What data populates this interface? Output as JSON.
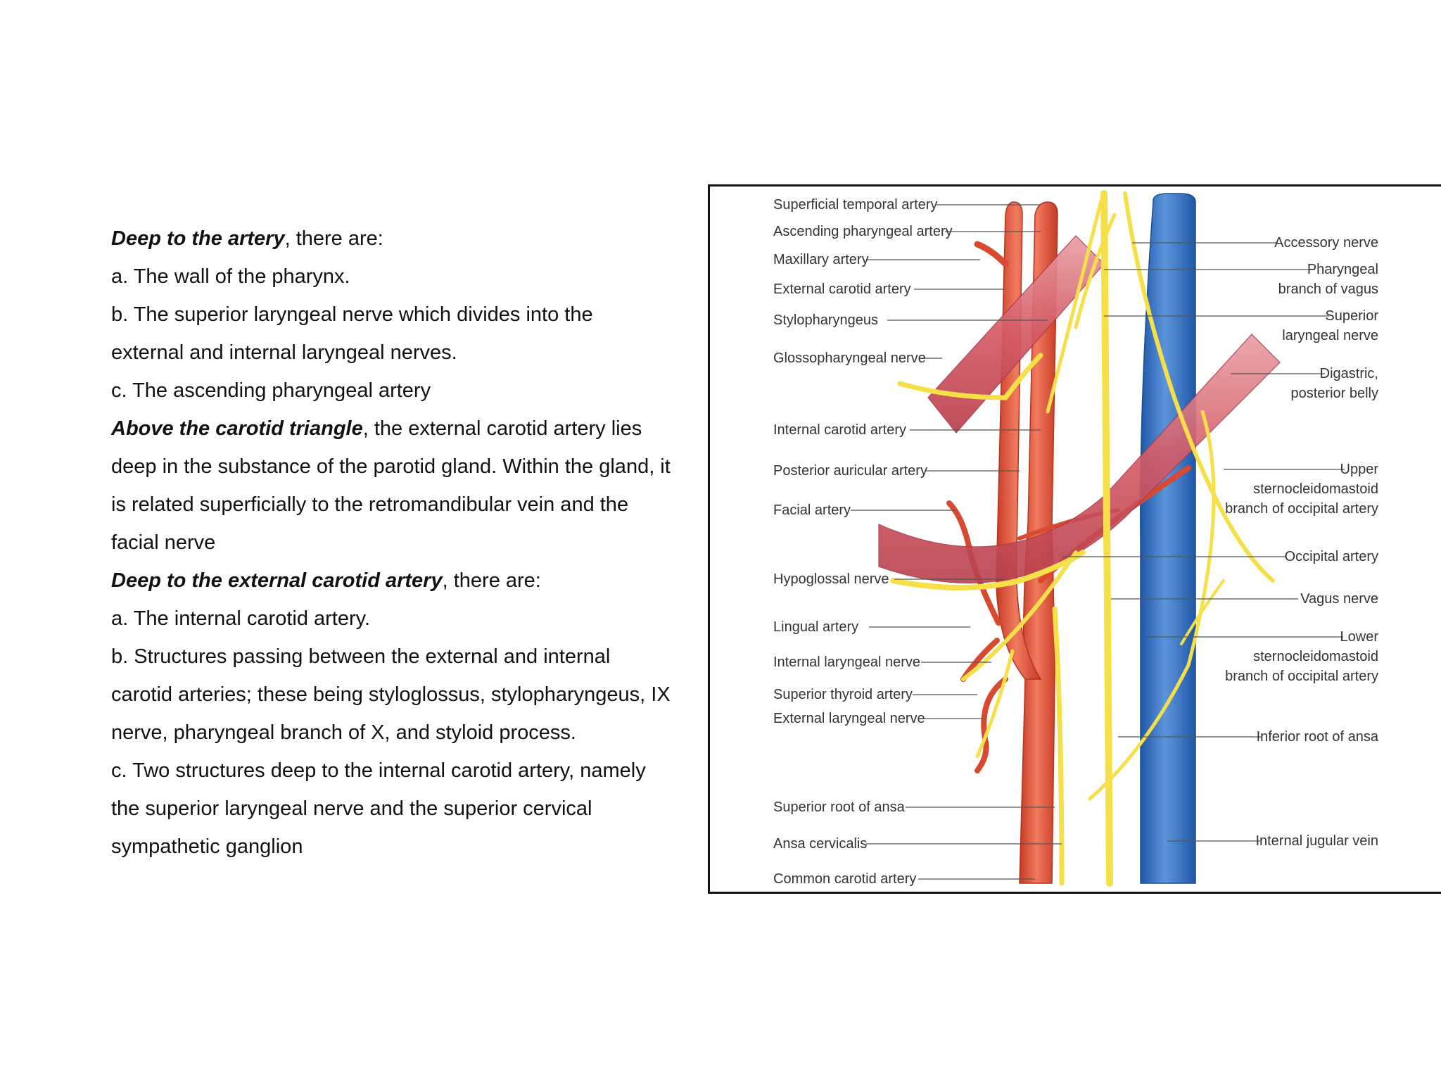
{
  "text": {
    "p1_bold": "Deep to the artery",
    "p1_rest": ", there are:",
    "p1_a": "a. The wall of the pharynx.",
    "p1_b1": "b. The superior laryngeal nerve which divides into the",
    "p1_b2": "external and internal laryngeal nerves.",
    "p1_c": "c. The ascending pharyngeal artery",
    "p2_bold": "Above the carotid triangle",
    "p2_rest": ", the external carotid artery lies",
    "p2_l2": "deep in the substance of the parotid gland. Within the gland, it",
    "p2_l3": "is related superficially to the retromandibular vein and the",
    "p2_l4": "facial nerve",
    "p3_bold": "Deep to the external carotid artery",
    "p3_rest": ", there are:",
    "p3_a": "a. The internal carotid artery.",
    "p3_b1": "b. Structures passing between the external and internal",
    "p3_b2": "carotid arteries; these being styloglossus, stylopharyngeus, IX",
    "p3_b3": "nerve, pharyngeal branch of X, and styloid process.",
    "p3_c1": "c. Two structures deep to the internal carotid artery, namely",
    "p3_c2": "the superior laryngeal nerve and the superior cervical",
    "p3_c3": "sympathetic ganglion"
  },
  "figure": {
    "left_labels": [
      "Superficial temporal artery",
      "Ascending pharyngeal artery",
      "Maxillary artery",
      "External carotid artery",
      "Stylopharyngeus",
      "Glossopharyngeal nerve",
      "Internal carotid artery",
      "Posterior auricular artery",
      "Facial artery",
      "Hypoglossal nerve",
      "Lingual artery",
      "Internal laryngeal nerve",
      "Superior thyroid artery",
      "External laryngeal nerve",
      "Superior root of ansa",
      "Ansa cervicalis",
      "Common carotid artery"
    ],
    "right_labels": {
      "accessory": "Accessory nerve",
      "pharyngeal_1": "Pharyngeal",
      "pharyngeal_2": "branch of vagus",
      "superior_1": "Superior",
      "superior_2": "laryngeal nerve",
      "digastric_1": "Digastric,",
      "digastric_2": "posterior belly",
      "upper_1": "Upper",
      "upper_2": "sternocleidomastoid",
      "upper_3": "branch of occipital artery",
      "occipital": "Occipital artery",
      "vagus": "Vagus nerve",
      "lower_1": "Lower",
      "lower_2": "sternocleidomastoid",
      "lower_3": "branch of occipital artery",
      "inferior_root": "Inferior root of ansa",
      "ijv": "Internal jugular vein"
    },
    "colors": {
      "artery": "#e8533a",
      "artery_dark": "#c73a24",
      "vein": "#2f6fc4",
      "nerve": "#f5e04a",
      "muscle": "#d9606a"
    }
  }
}
